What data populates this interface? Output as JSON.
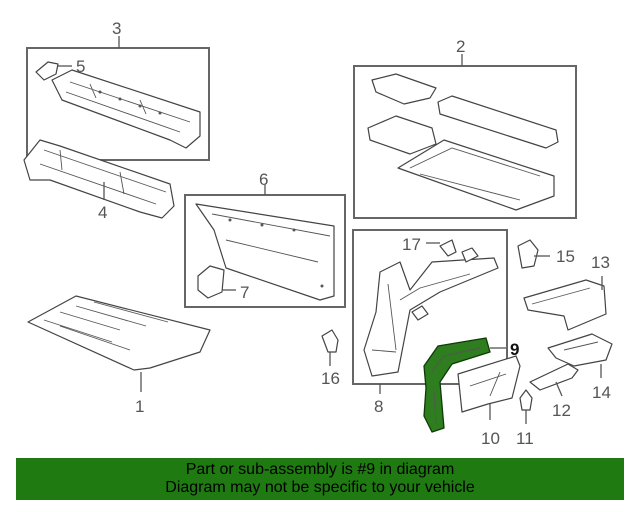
{
  "callouts": {
    "c1": "1",
    "c2": "2",
    "c3": "3",
    "c4": "4",
    "c5": "5",
    "c6": "6",
    "c7": "7",
    "c8": "8",
    "c9": "9",
    "c10": "10",
    "c11": "11",
    "c12": "12",
    "c13": "13",
    "c14": "14",
    "c15": "15",
    "c16": "16",
    "c17": "17"
  },
  "highlighted_part": "9",
  "highlight_color": "#2e7d1f",
  "banner": {
    "line1": "Part or sub-assembly is #9 in diagram",
    "line2": "Diagram may not be specific to your vehicle",
    "background": "#1f7a12"
  }
}
